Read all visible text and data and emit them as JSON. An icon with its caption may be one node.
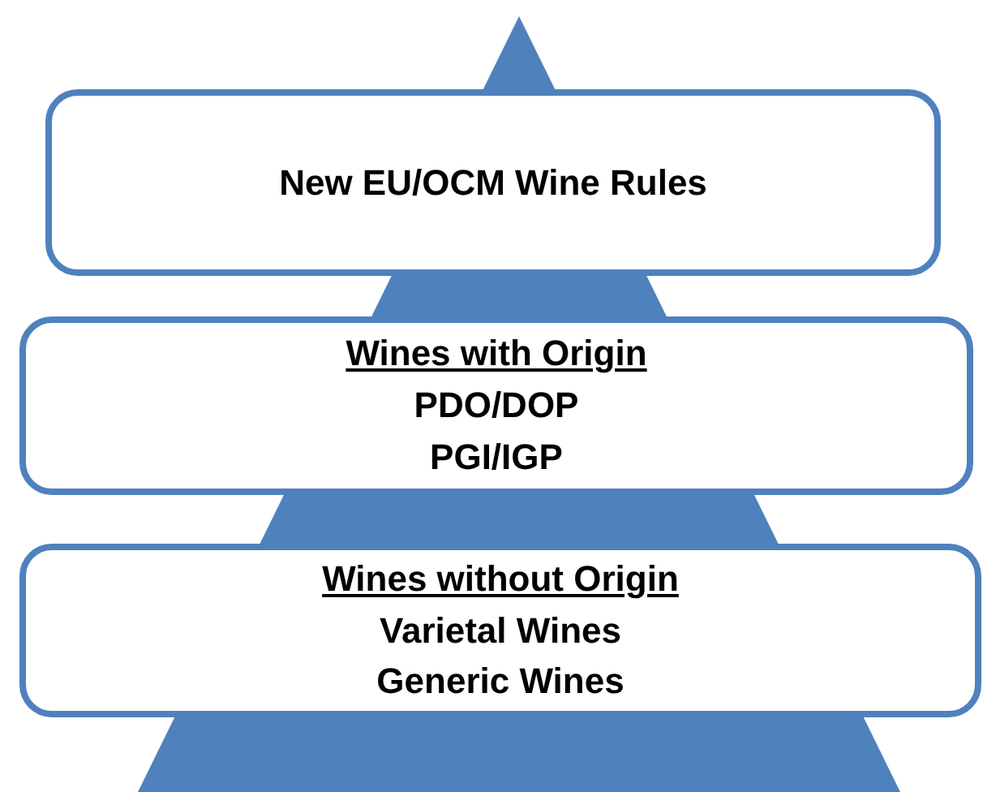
{
  "diagram": {
    "nodes": [
      {
        "text": [
          "New EU/OCM Wine Rules"
        ]
      },
      {
        "text": [
          "Wines with Origin",
          "PDO/DOP",
          "PGI/IGP"
        ]
      },
      {
        "text": [
          "Wines without Origin",
          "Varietal Wines",
          "Generic Wines"
        ]
      }
    ],
    "edges": []
  }
}
